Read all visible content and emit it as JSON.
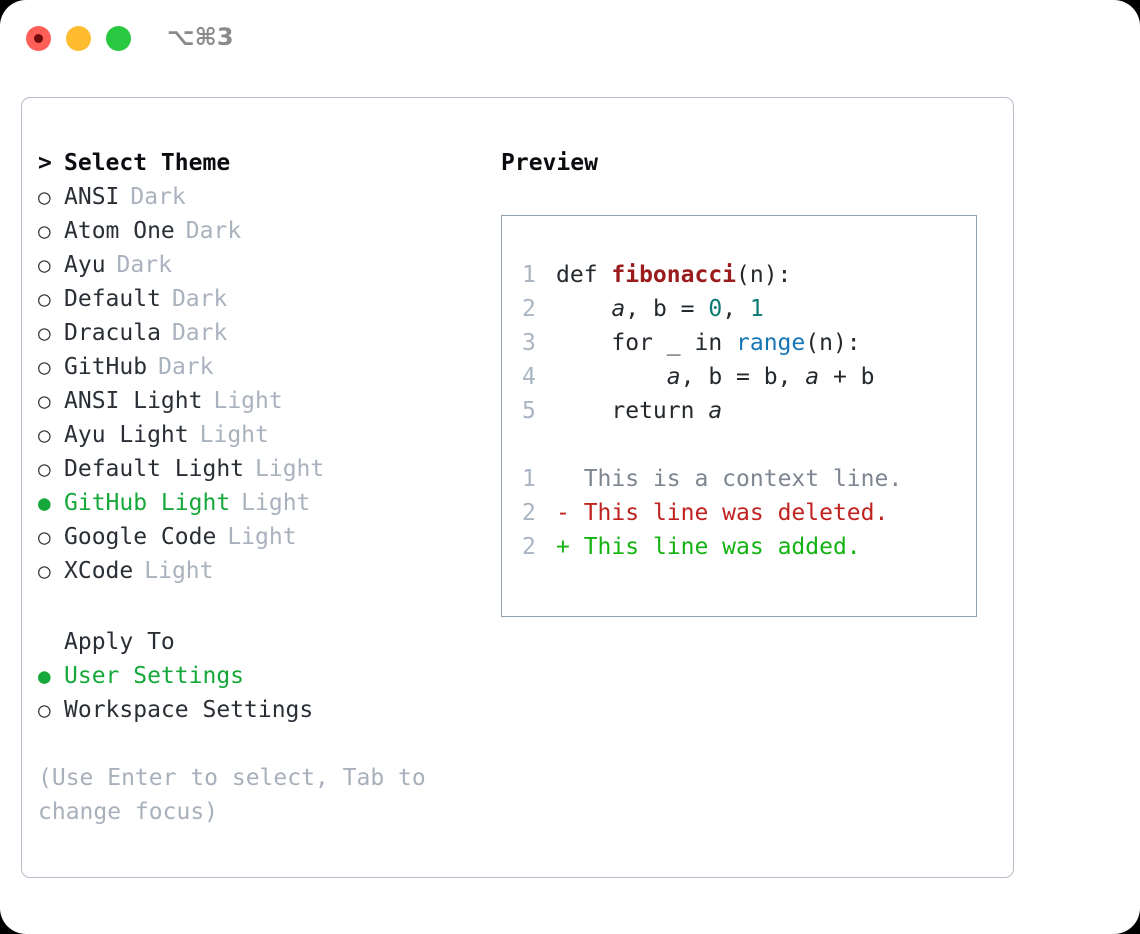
{
  "titlebar": {
    "shortcut": "⌥⌘3",
    "buttons": [
      {
        "name": "close",
        "color": "#ff5f57"
      },
      {
        "name": "minimize",
        "color": "#febc2e"
      },
      {
        "name": "maximize",
        "color": "#28c840"
      }
    ]
  },
  "theme_picker": {
    "caret": ">",
    "heading": "Select Theme",
    "radio_unselected": "○",
    "radio_selected": "●",
    "accent_color": "#16a83a",
    "badge_color": "#a9b2be",
    "items": [
      {
        "label": "ANSI",
        "badge": "Dark",
        "selected": false
      },
      {
        "label": "Atom One",
        "badge": "Dark",
        "selected": false
      },
      {
        "label": "Ayu",
        "badge": "Dark",
        "selected": false
      },
      {
        "label": "Default",
        "badge": "Dark",
        "selected": false
      },
      {
        "label": "Dracula",
        "badge": "Dark",
        "selected": false
      },
      {
        "label": "GitHub",
        "badge": "Dark",
        "selected": false
      },
      {
        "label": "ANSI Light",
        "badge": "Light",
        "selected": false
      },
      {
        "label": "Ayu Light",
        "badge": "Light",
        "selected": false
      },
      {
        "label": "Default Light",
        "badge": "Light",
        "selected": false
      },
      {
        "label": "GitHub Light",
        "badge": "Light",
        "selected": true
      },
      {
        "label": "Google Code",
        "badge": "Light",
        "selected": false
      },
      {
        "label": "XCode",
        "badge": "Light",
        "selected": false
      }
    ]
  },
  "apply_to": {
    "heading": "Apply To",
    "items": [
      {
        "label": "User Settings",
        "selected": true
      },
      {
        "label": "Workspace Settings",
        "selected": false
      }
    ]
  },
  "hint": "(Use Enter to select, Tab to change focus)",
  "preview": {
    "title": "Preview",
    "code_lines": [
      {
        "lineno": "1",
        "tokens": [
          {
            "text": "def ",
            "kind": "plain"
          },
          {
            "text": "fibonacci",
            "kind": "fn"
          },
          {
            "text": "(n):",
            "kind": "plain"
          }
        ]
      },
      {
        "lineno": "2",
        "tokens": [
          {
            "text": "    ",
            "kind": "plain"
          },
          {
            "text": "a",
            "kind": "var"
          },
          {
            "text": ", b = ",
            "kind": "plain"
          },
          {
            "text": "0",
            "kind": "num"
          },
          {
            "text": ", ",
            "kind": "plain"
          },
          {
            "text": "1",
            "kind": "num"
          }
        ]
      },
      {
        "lineno": "3",
        "tokens": [
          {
            "text": "    for _ in ",
            "kind": "plain"
          },
          {
            "text": "range",
            "kind": "bi"
          },
          {
            "text": "(n):",
            "kind": "plain"
          }
        ]
      },
      {
        "lineno": "4",
        "tokens": [
          {
            "text": "        ",
            "kind": "plain"
          },
          {
            "text": "a",
            "kind": "var"
          },
          {
            "text": ", b = b, ",
            "kind": "plain"
          },
          {
            "text": "a",
            "kind": "var"
          },
          {
            "text": " + b",
            "kind": "plain"
          }
        ]
      },
      {
        "lineno": "5",
        "tokens": [
          {
            "text": "    return ",
            "kind": "plain"
          },
          {
            "text": "a",
            "kind": "var"
          }
        ]
      }
    ],
    "diff_lines": [
      {
        "lineno": "1",
        "marker": " ",
        "text": " This is a context line.",
        "kind": "ctx"
      },
      {
        "lineno": "2",
        "marker": "-",
        "text": " This line was deleted.",
        "kind": "del"
      },
      {
        "lineno": "2",
        "marker": "+",
        "text": " This line was added.",
        "kind": "add"
      }
    ]
  }
}
